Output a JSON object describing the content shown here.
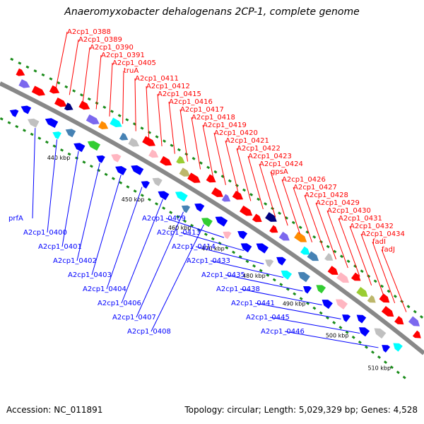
{
  "title": "Anaeromyxobacter dehalogenans 2CP-1, complete genome",
  "footer": {
    "accession": "Accession: NC_011891",
    "summary": "Topology: circular; Length: 5,029,329 bp; Genes: 4,528"
  },
  "colors": {
    "forward_label": "#ff0000",
    "reverse_label": "#0000ff",
    "backbone": "#888888",
    "tick": "#1a8c1a"
  },
  "ticks": [
    "440 kbp",
    "450 kbp",
    "460 kbp",
    "470 kbp",
    "480 kbp",
    "490 kbp",
    "500 kbp",
    "510 kbp"
  ],
  "forward_genes": [
    "A2cp1_0388",
    "A2cp1_0389",
    "A2cp1_0390",
    "A2cp1_0391",
    "A2cp1_0405",
    "truA",
    "A2cp1_0411",
    "A2cp1_0412",
    "A2cp1_0415",
    "A2cp1_0416",
    "A2cp1_0417",
    "A2cp1_0418",
    "A2cp1_0419",
    "A2cp1_0420",
    "A2cp1_0421",
    "A2cp1_0422",
    "A2cp1_0423",
    "A2cp1_0424",
    "gpsA",
    "A2cp1_0426",
    "A2cp1_0427",
    "A2cp1_0428",
    "A2cp1_0429",
    "A2cp1_0430",
    "A2cp1_0431",
    "A2cp1_0432",
    "A2cp1_0434",
    "fadI",
    "fadJ"
  ],
  "reverse_genes": [
    "prfA",
    "A2cp1_0400",
    "A2cp1_0401",
    "A2cp1_0402",
    "A2cp1_0403",
    "A2cp1_0404",
    "A2cp1_0406",
    "A2cp1_0407",
    "A2cp1_0408",
    "A2cp1_0409",
    "A2cp1_0413",
    "A2cp1_0414",
    "A2cp1_0433",
    "A2cp1_0435",
    "A2cp1_0438",
    "A2cp1_0441",
    "A2cp1_0445",
    "A2cp1_0446"
  ]
}
